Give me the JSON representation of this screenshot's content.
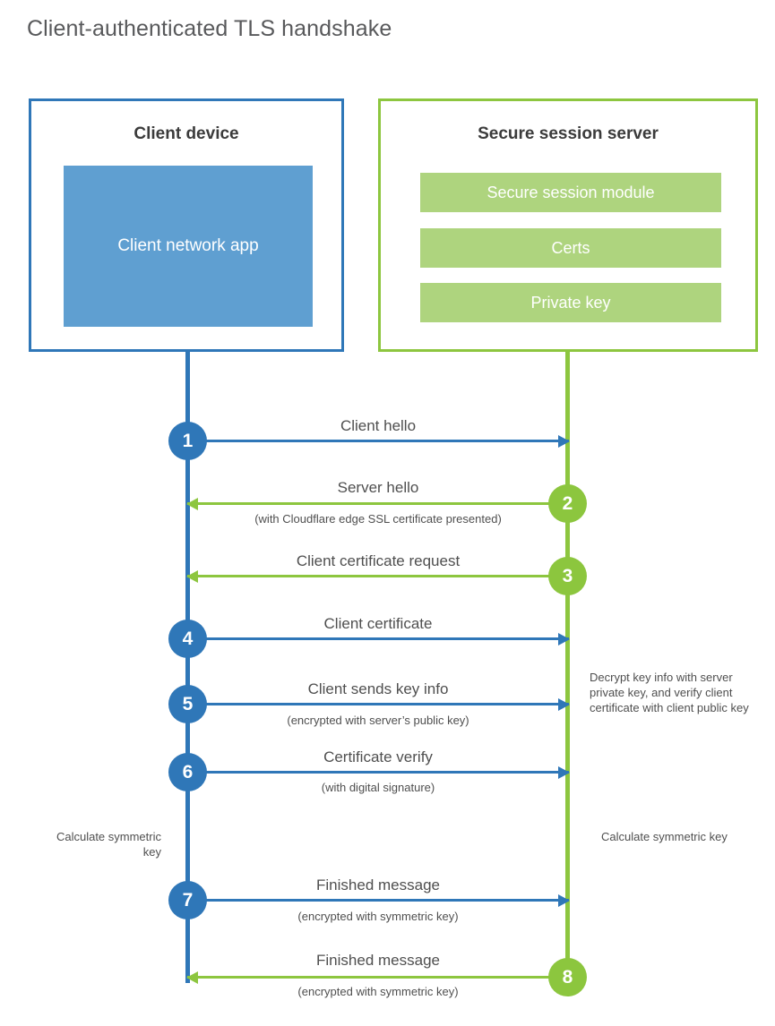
{
  "title": "Client-authenticated TLS handshake",
  "colors": {
    "client_blue": "#2f77b8",
    "client_app_fill": "#5f9fd1",
    "server_green": "#8dc63f",
    "server_item_fill": "#aed47e",
    "badge_green": "#8cc63e",
    "text": "#4f4f4f",
    "title_text": "#58595b",
    "background": "#ffffff"
  },
  "client": {
    "title": "Client device",
    "app_label": "Client network app"
  },
  "server": {
    "title": "Secure session server",
    "items": [
      {
        "label": "Secure session module"
      },
      {
        "label": "Certs"
      },
      {
        "label": "Private key"
      }
    ]
  },
  "steps": [
    {
      "number": "1",
      "side": "client",
      "direction": "to-server",
      "label": "Client hello",
      "sub": ""
    },
    {
      "number": "2",
      "side": "server",
      "direction": "to-client",
      "label": "Server hello",
      "sub": "(with Cloudflare edge SSL certificate presented)"
    },
    {
      "number": "3",
      "side": "server",
      "direction": "to-client",
      "label": "Client certificate request",
      "sub": ""
    },
    {
      "number": "4",
      "side": "client",
      "direction": "to-server",
      "label": "Client certificate",
      "sub": ""
    },
    {
      "number": "5",
      "side": "client",
      "direction": "to-server",
      "label": "Client sends key info",
      "sub": "(encrypted with server’s public key)"
    },
    {
      "number": "6",
      "side": "client",
      "direction": "to-server",
      "label": "Certificate verify",
      "sub": "(with digital signature)"
    },
    {
      "number": "7",
      "side": "client",
      "direction": "to-server",
      "label": "Finished message",
      "sub": "(encrypted with symmetric key)"
    },
    {
      "number": "8",
      "side": "server",
      "direction": "to-client",
      "label": "Finished message",
      "sub": "(encrypted with symmetric key)"
    }
  ],
  "notes": {
    "server_decrypt": "Decrypt key info with server private key, and verify client certificate with client public key",
    "client_calculate": "Calculate symmetric key",
    "server_calculate": "Calculate symmetric key"
  },
  "chart_data": {
    "type": "diagram",
    "subtype": "sequence-diagram",
    "title": "Client-authenticated TLS handshake",
    "actors": [
      "Client device",
      "Secure session server"
    ],
    "messages": [
      {
        "n": 1,
        "from": "Client device",
        "to": "Secure session server",
        "text": "Client hello"
      },
      {
        "n": 2,
        "from": "Secure session server",
        "to": "Client device",
        "text": "Server hello",
        "note": "(with Cloudflare edge SSL certificate presented)"
      },
      {
        "n": 3,
        "from": "Secure session server",
        "to": "Client device",
        "text": "Client certificate request"
      },
      {
        "n": 4,
        "from": "Client device",
        "to": "Secure session server",
        "text": "Client certificate"
      },
      {
        "n": 5,
        "from": "Client device",
        "to": "Secure session server",
        "text": "Client sends key info",
        "note": "(encrypted with server’s public key)"
      },
      {
        "n": 6,
        "from": "Client device",
        "to": "Secure session server",
        "text": "Certificate verify",
        "note": "(with digital signature)"
      },
      {
        "n": 7,
        "from": "Client device",
        "to": "Secure session server",
        "text": "Finished message",
        "note": "(encrypted with symmetric key)"
      },
      {
        "n": 8,
        "from": "Secure session server",
        "to": "Client device",
        "text": "Finished message",
        "note": "(encrypted with symmetric key)"
      }
    ]
  }
}
